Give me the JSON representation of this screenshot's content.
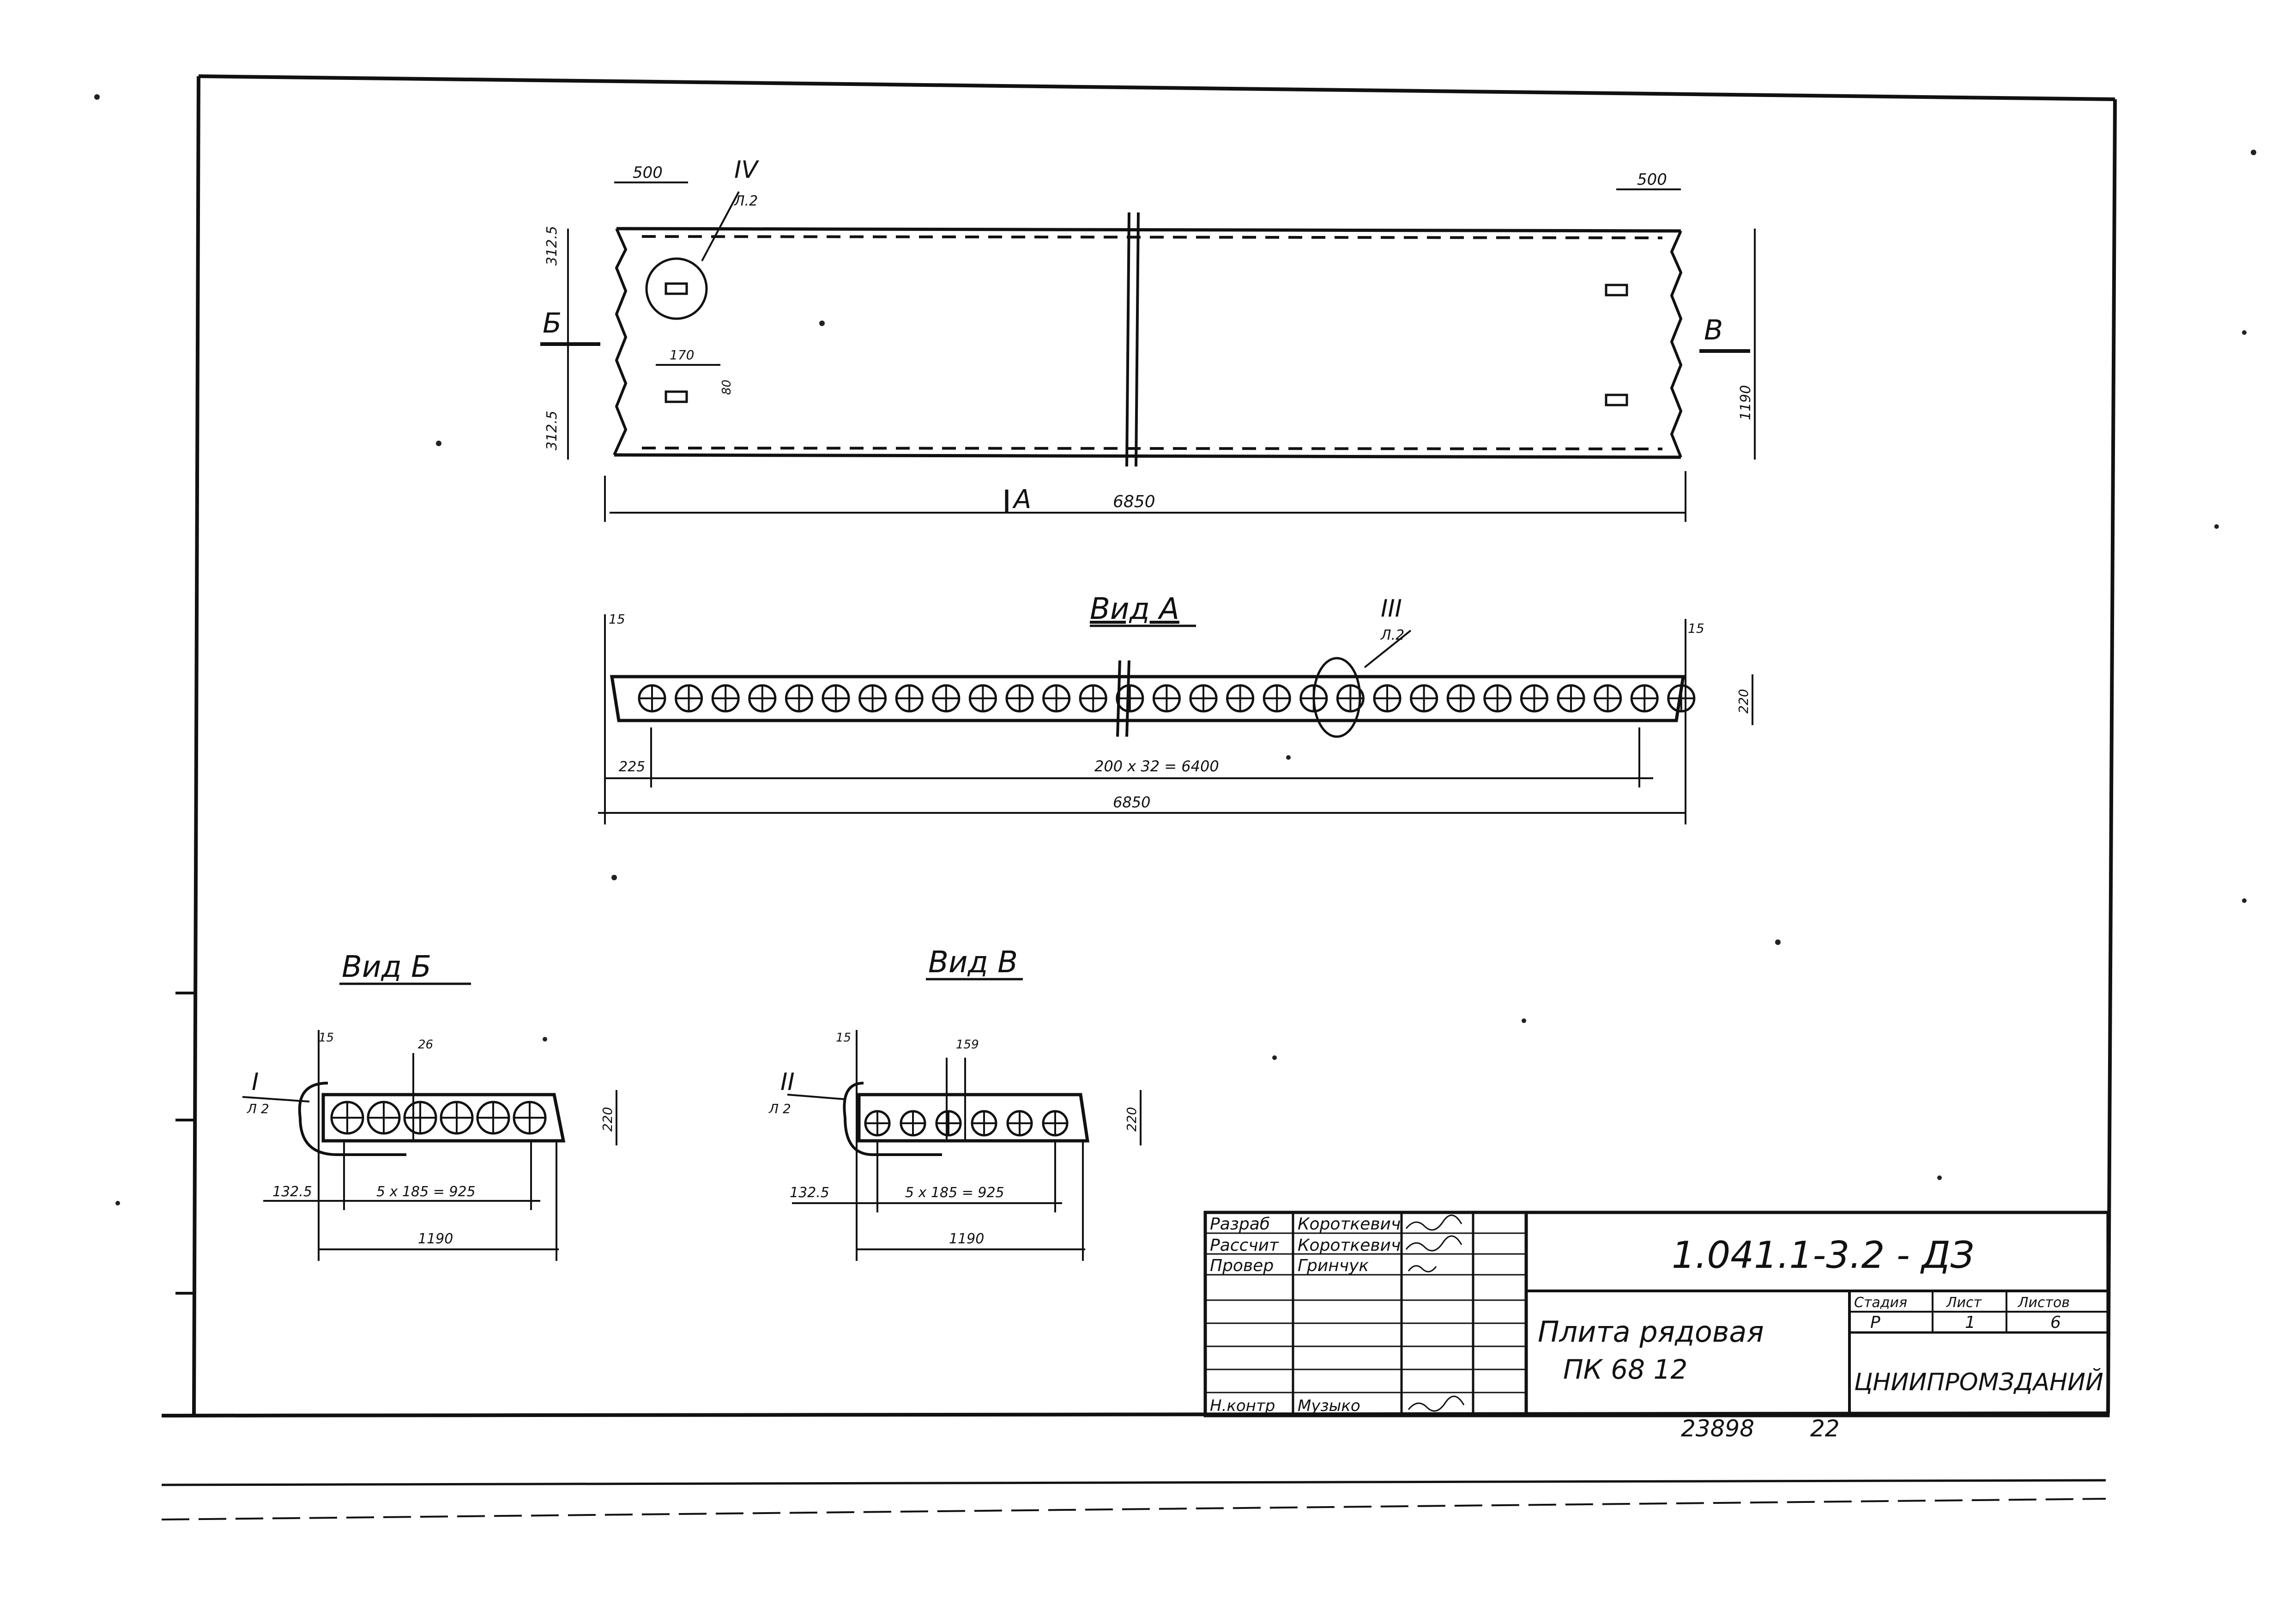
{
  "plan": {
    "dim_left_top": "500",
    "dim_right_top": "500",
    "dim_side_top": "312.5",
    "dim_side_bottom": "312.5",
    "dim_slot": "170",
    "dim_slot_h": "80",
    "dim_height": "1190",
    "dim_length": "6850",
    "label_b": "Б",
    "label_v": "В",
    "label_a": "А",
    "callout_iv": "IV",
    "callout_iv_sheet": "Л.2"
  },
  "view_a": {
    "title": "Вид А",
    "dim_left_edge": "15",
    "dim_right_edge": "15",
    "dim_offset": "225",
    "dim_pitch": "200 х 32 = 6400",
    "dim_total": "6850",
    "dim_thickness": "220",
    "callout_iii": "III",
    "callout_iii_sheet": "Л.2"
  },
  "view_b": {
    "title": "Вид Б",
    "dim_edge": "15",
    "dim_gap": "26",
    "dim_offset": "132.5",
    "dim_pitch": "5 х 185 = 925",
    "dim_width": "1190",
    "dim_thickness": "220",
    "callout_i": "I",
    "callout_i_sheet": "Л 2"
  },
  "view_v": {
    "title": "Вид В",
    "dim_edge": "15",
    "dim_gap": "159",
    "dim_offset": "132.5",
    "dim_pitch": "5 х 185 = 925",
    "dim_width": "1190",
    "dim_thickness": "220",
    "callout_ii": "II",
    "callout_ii_sheet": "Л 2"
  },
  "title_block": {
    "roles": [
      "Разраб",
      "Рассчит",
      "Провер",
      "Н.контр"
    ],
    "names": [
      "Короткевич",
      "Короткевич",
      "Гринчук",
      "Музыко"
    ],
    "code": "1.041.1-3.2 - ДЗ",
    "product_name": "Плита рядовая",
    "product_mark": "ПК 68 12",
    "stage_header": "Стадия",
    "sheet_header": "Лист",
    "sheets_header": "Листов",
    "stage": "Р",
    "sheet": "1",
    "sheets": "6",
    "organization": "ЦНИИПРОМЗДАНИЙ"
  },
  "footer": {
    "archive_number": "23898",
    "page_number": "22"
  }
}
